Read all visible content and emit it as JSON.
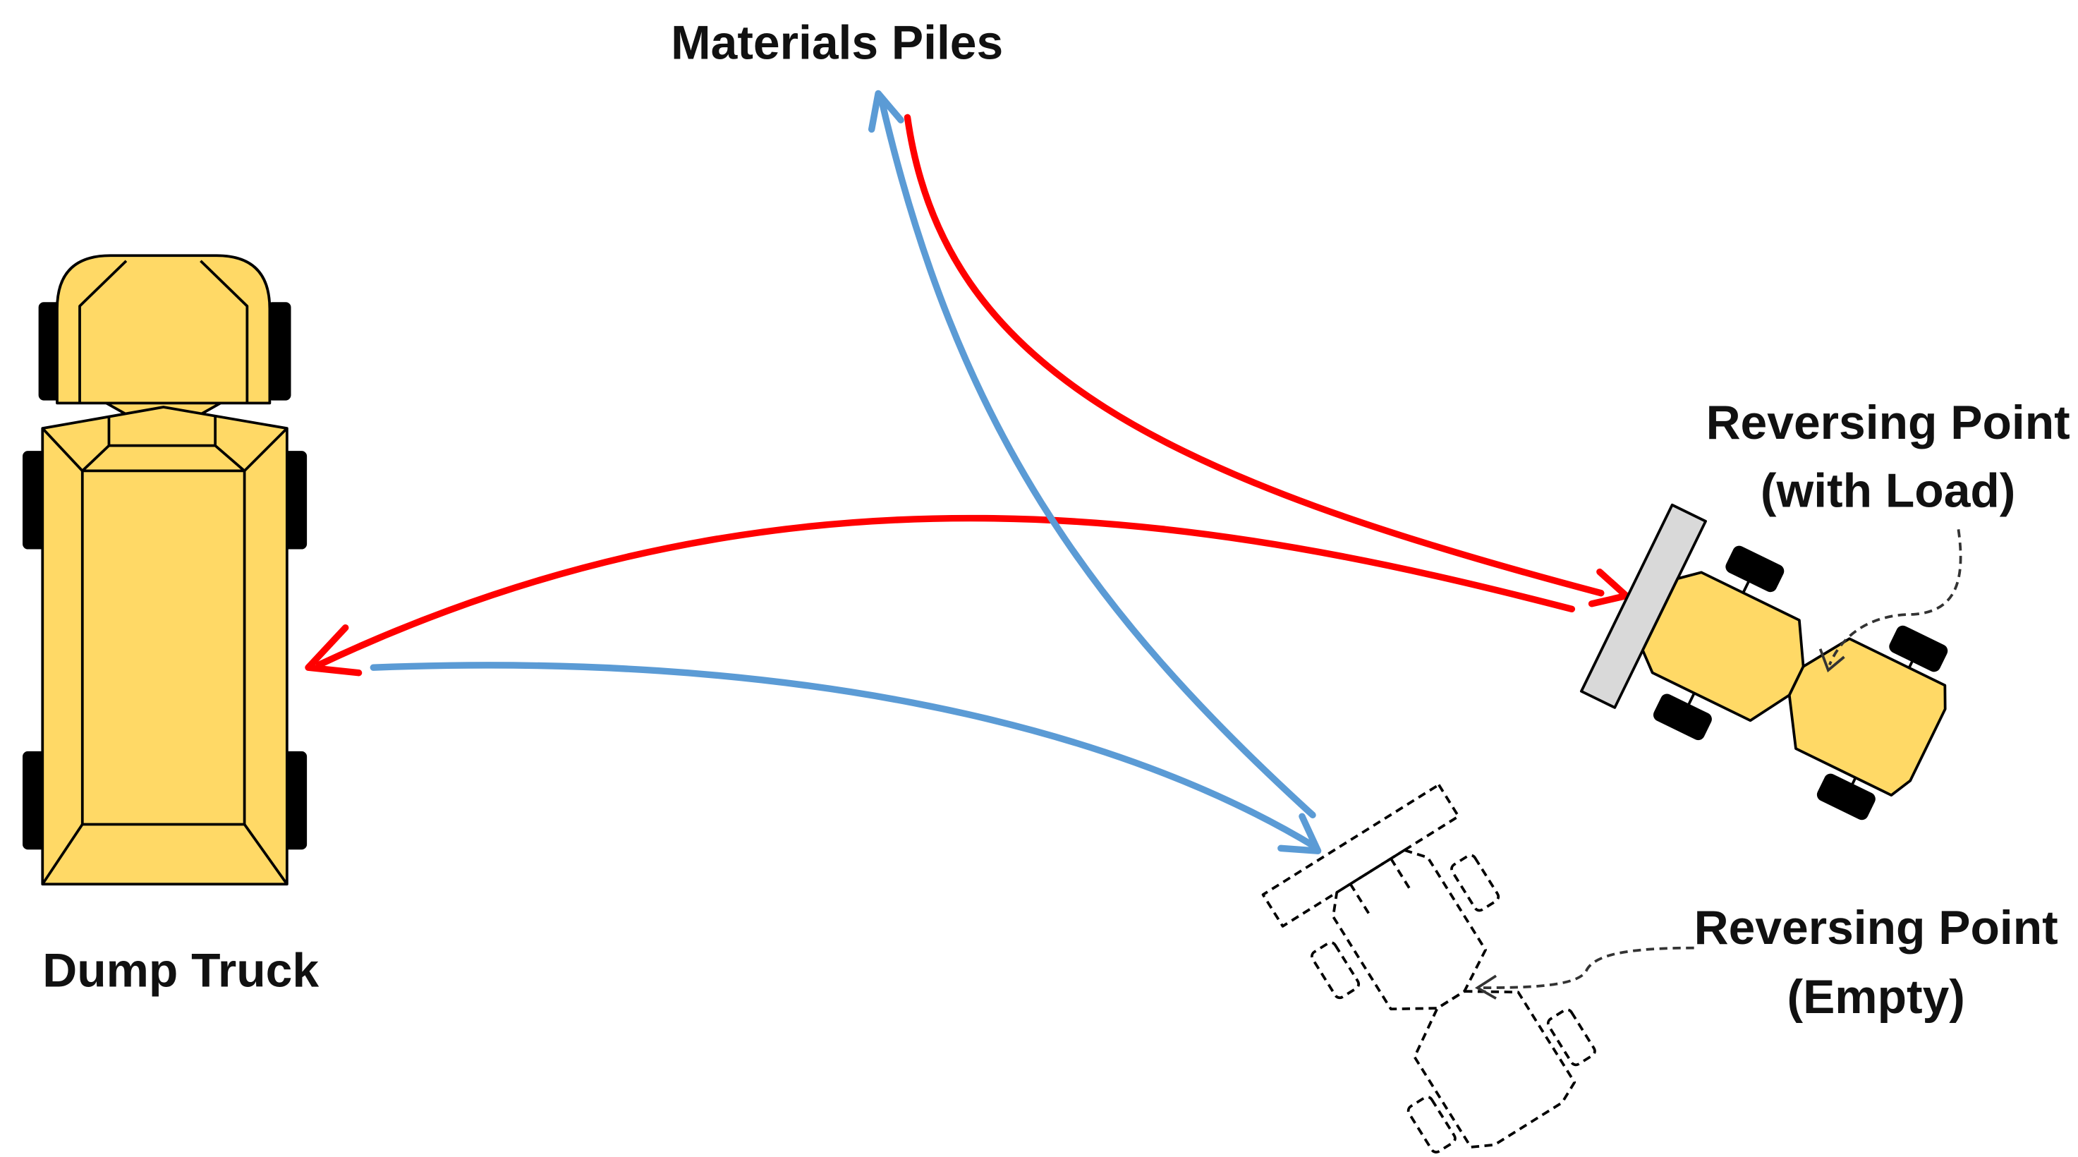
{
  "labels": {
    "materials_piles": "Materials Piles",
    "dump_truck": "Dump Truck",
    "reversing_loaded_line1": "Reversing Point",
    "reversing_loaded_line2": "(with Load)",
    "reversing_empty_line1": "Reversing Point",
    "reversing_empty_line2": "(Empty)"
  },
  "colors": {
    "loaded_path": "#ff0000",
    "empty_path": "#5b9bd5",
    "vehicle_fill": "#ffd966",
    "outline": "#000000",
    "bucket": "#d9d9d9"
  },
  "icons": {
    "truck": "dump-truck-icon",
    "loader_loaded": "wheel-loader-icon",
    "loader_empty": "wheel-loader-outline-icon"
  }
}
